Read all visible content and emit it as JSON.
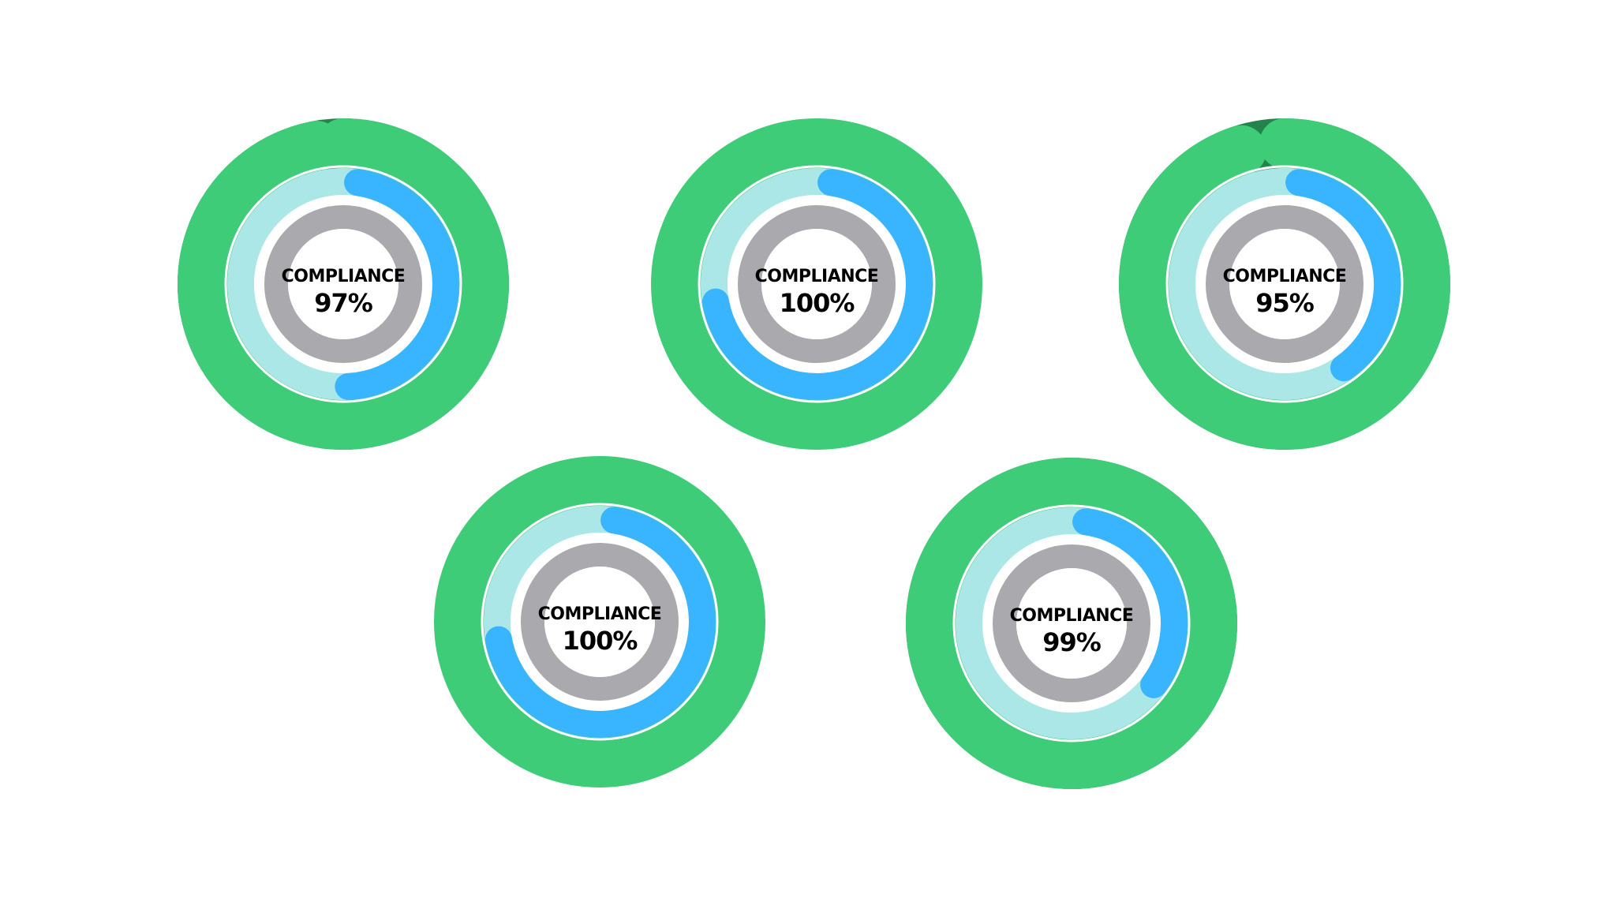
{
  "colors": {
    "background": "#ffffff",
    "outer_ring": "#3ecc78",
    "outer_ring_gap": "#22844a",
    "middle_track": "#ace7e8",
    "middle_arc": "#39b5ff",
    "inner_ring": "#a9a9ae",
    "center_fill": "#ffffff",
    "center_text": "#000000",
    "caption_text": "#f7f7f7"
  },
  "chart_data": [
    {
      "type": "radial-gauge",
      "caption": "",
      "center_label": "COMPLIANCE",
      "value_label": "97%",
      "value": 97,
      "middle_arc_fraction": 0.47
    },
    {
      "type": "radial-gauge",
      "caption": "",
      "center_label": "COMPLIANCE",
      "value_label": "100%",
      "value": 100,
      "middle_arc_fraction": 0.7
    },
    {
      "type": "radial-gauge",
      "caption": "",
      "center_label": "COMPLIANCE",
      "value_label": "95%",
      "value": 95,
      "middle_arc_fraction": 0.38
    },
    {
      "type": "radial-gauge",
      "caption": "",
      "center_label": "COMPLIANCE",
      "value_label": "100%",
      "value": 100,
      "middle_arc_fraction": 0.7
    },
    {
      "type": "radial-gauge",
      "caption": "",
      "center_label": "COMPLIANCE",
      "value_label": "99%",
      "value": 99,
      "middle_arc_fraction": 0.33
    }
  ]
}
